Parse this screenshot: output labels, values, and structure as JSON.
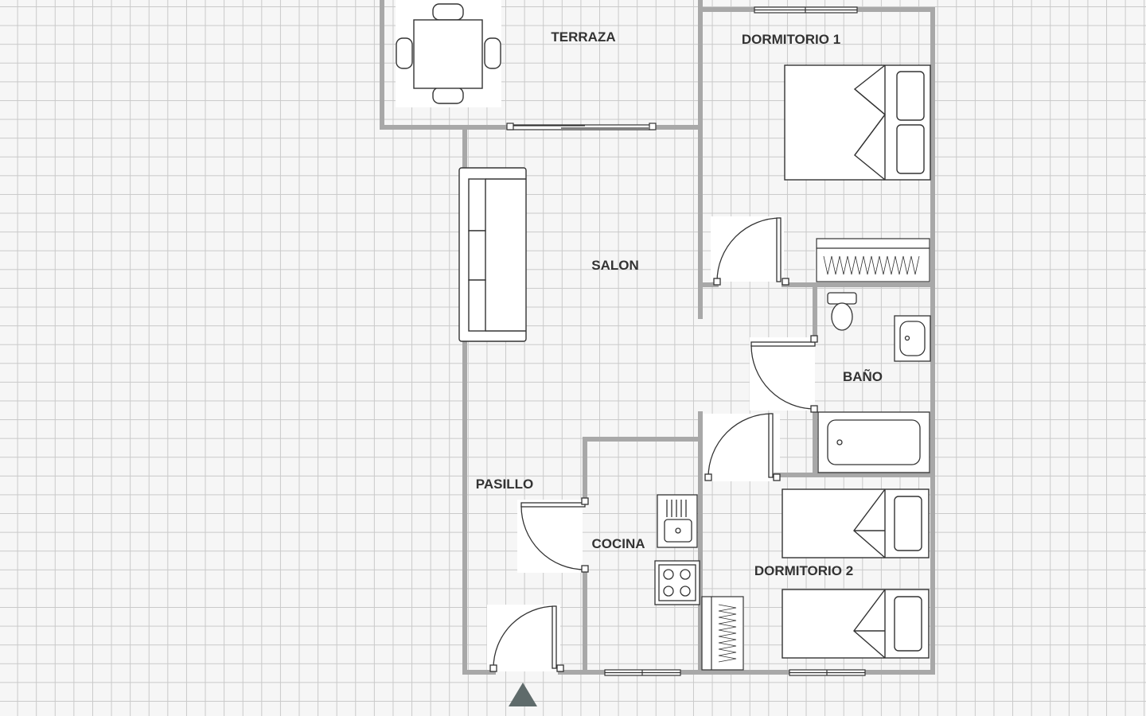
{
  "rooms": {
    "terraza": "TERRAZA",
    "dormitorio1": "DORMITORIO 1",
    "salon": "SALON",
    "bano": "BAÑO",
    "pasillo": "PASILLO",
    "cocina": "COCINA",
    "dormitorio2": "DORMITORIO 2"
  },
  "colors": {
    "wall": "#a8a8a8",
    "furniture_stroke": "#333333",
    "entrance_marker": "#5f6b6b",
    "grid": "#c9c9c9",
    "background": "#f6f6f6"
  },
  "icons": [
    "dining-table-icon",
    "sofa-icon",
    "double-bed-icon",
    "wardrobe-icon",
    "toilet-icon",
    "sink-icon",
    "bathtub-icon",
    "kitchen-sink-icon",
    "stove-icon",
    "single-bed-icon",
    "door-icon",
    "window-icon",
    "sliding-door-icon",
    "entrance-arrow-icon"
  ]
}
